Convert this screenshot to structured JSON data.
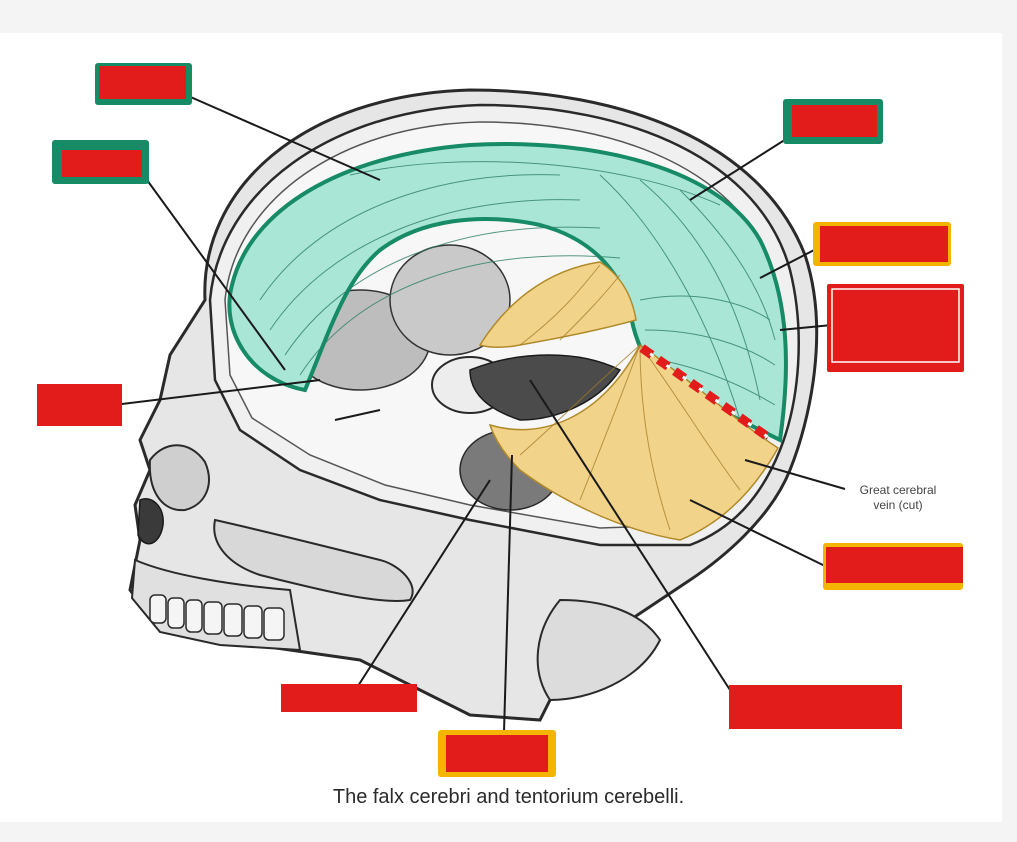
{
  "annotation": {
    "line1": "Great cerebral",
    "line2": "vein (cut)"
  },
  "caption": "The falx cerebri and tentorium cerebelli.",
  "colors": {
    "background": "#f4f4f4",
    "label_mask": "#e21b1b",
    "frame_green": "#178a66",
    "frame_gold": "#f4b400",
    "falx_fill": "#a9e6d6",
    "tentorium_fill": "#f1d38a",
    "bone": "#e3e3e3"
  },
  "icons": [
    "skull-illustration",
    "falx-cerebri-shape",
    "tentorium-cerebelli-shape",
    "dashed-vein-marker"
  ]
}
